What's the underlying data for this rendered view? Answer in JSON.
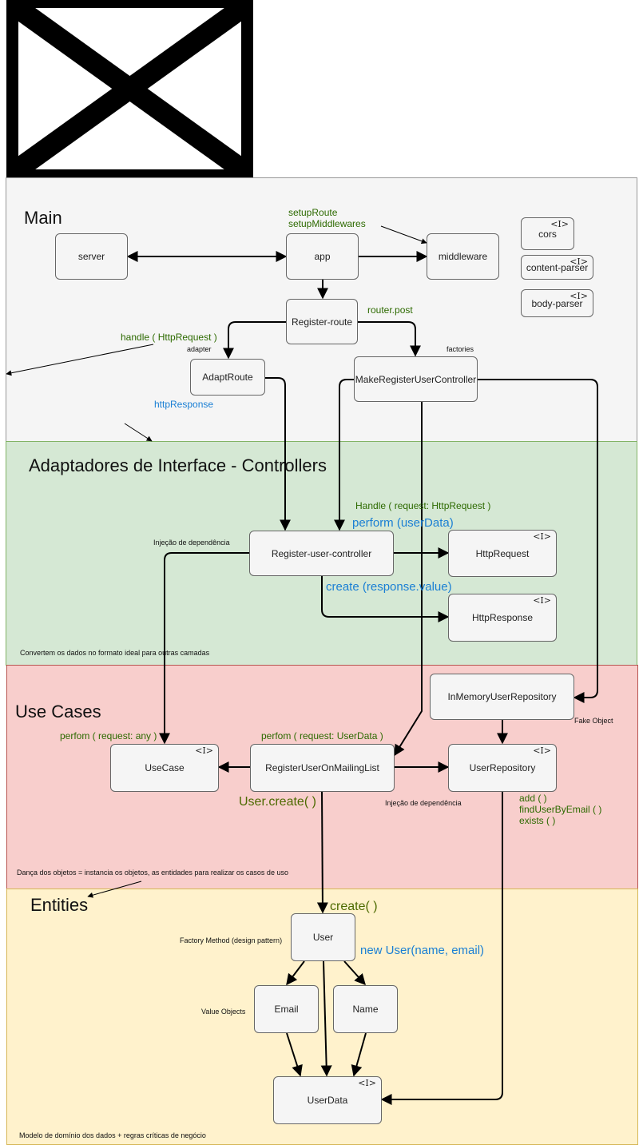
{
  "layers": {
    "main": "Main",
    "controllers": "Adaptadores de Interface - Controllers",
    "use_cases": "Use Cases",
    "entities": "Entities"
  },
  "interface_marker": "<I>",
  "nodes": {
    "server": "server",
    "app": "app",
    "middleware": "middleware",
    "cors": "cors",
    "content_parser": "content-parser",
    "body_parser": "body-parser",
    "register_route": "Register-route",
    "adapt_route": "AdaptRoute",
    "make_controller": "MakeRegisterUserController",
    "register_user_controller": "Register-user-controller",
    "http_request": "HttpRequest",
    "http_response": "HttpResponse",
    "in_memory_repo": "InMemoryUserRepository",
    "use_case": "UseCase",
    "register_on_mailing": "RegisterUserOnMailingList",
    "user_repository": "UserRepository",
    "user": "User",
    "email": "Email",
    "name": "Name",
    "user_data": "UserData"
  },
  "labels": {
    "setup_route": "setupRoute",
    "setup_middlewares": "setupMiddlewares",
    "router_post": "router.post",
    "handle_http_request": "handle ( HttpRequest )",
    "adapter": "adapter",
    "factories": "factories",
    "http_response_label": "httpResponse",
    "handle_request": "Handle ( request: HttpRequest )",
    "perform_user_data": "perform (userData)",
    "injecao_1": "Injeção de dependência",
    "create_response": "create (response.value)",
    "convertem": "Convertem os dados no formato ideal para outras camadas",
    "fake_object": "Fake Object",
    "perfom_any": "perfom ( request: any )",
    "perfom_user_data": "perfom ( request: UserData )",
    "user_create": "User.create( )",
    "injecao_2": "Injeção de dependência",
    "add": "add ( )",
    "find_user": "findUserByEmail ( )",
    "exists": "exists ( )",
    "danca": "Dança dos objetos = instancia os objetos, as entidades para realizar os casos de uso",
    "create": "create( )",
    "factory_method": "Factory Method (design pattern)",
    "new_user": "new User(name, email)",
    "value_objects": "Value Objects",
    "modelo": "Modelo de  domínio dos dados + regras críticas de negócio"
  },
  "colors": {
    "main_layer": "#f5f5f5",
    "controllers_layer": "#d5e8d4",
    "use_cases_layer": "#f8cecc",
    "entities_layer": "#fff2cc",
    "green_text": "#2d6a00",
    "blue_text": "#1a7fd4"
  },
  "icons": {
    "broken_image": "broken-image-icon"
  }
}
